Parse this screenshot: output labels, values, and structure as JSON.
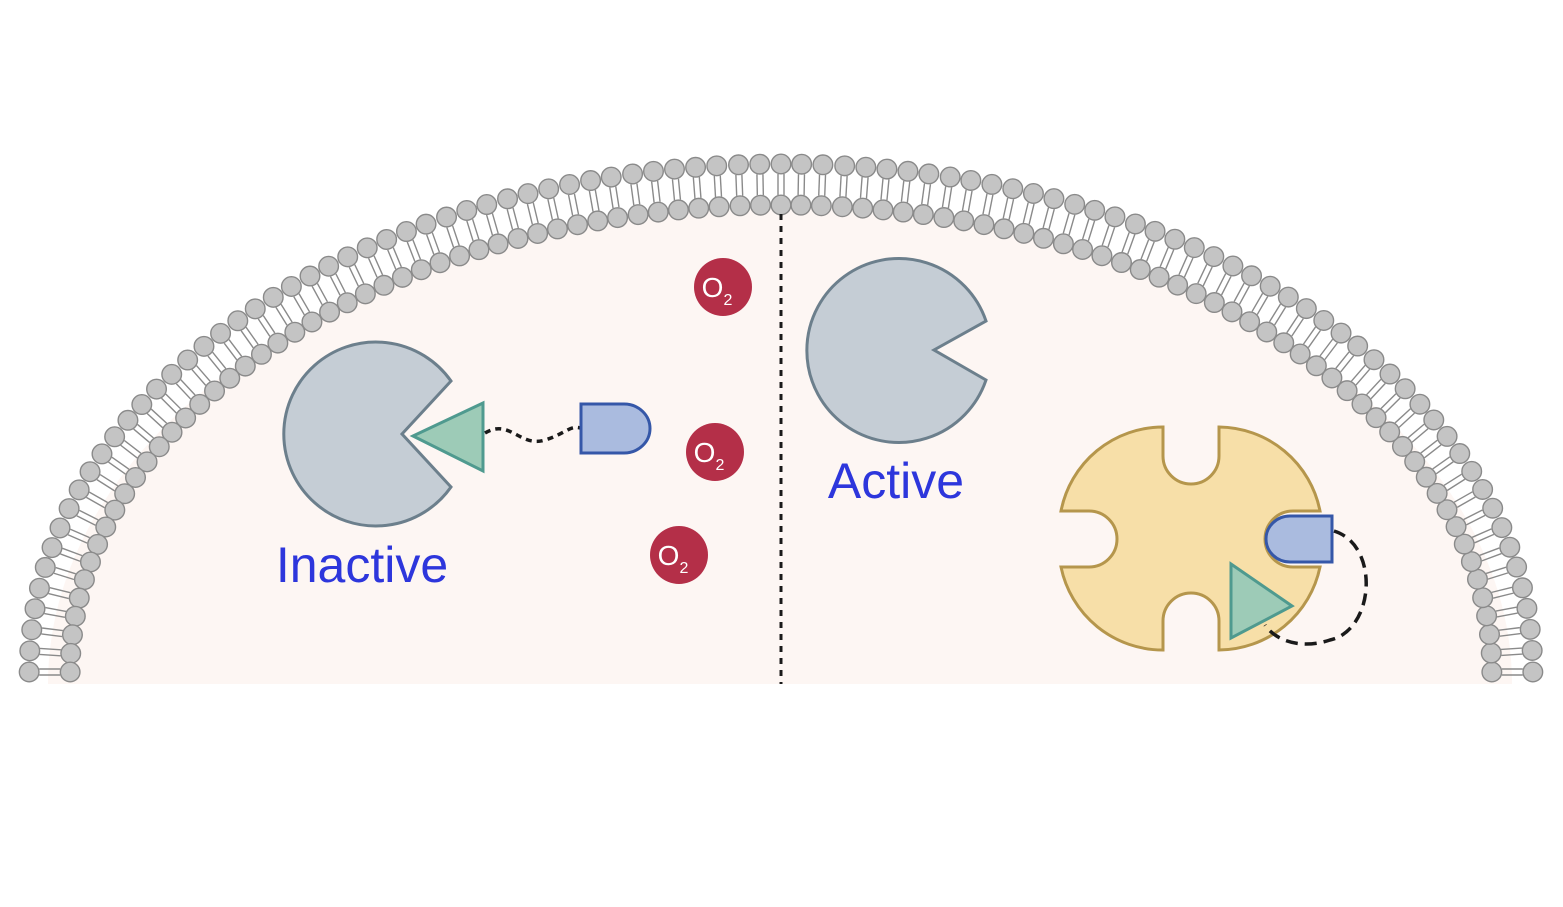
{
  "labels": {
    "inactive": "Inactive",
    "active": "Active"
  },
  "oxygen": {
    "symbol": "O",
    "subscript": "2"
  },
  "colors": {
    "cell_interior": "#fdf6f3",
    "lipid_head_fill": "#c4c4c4",
    "lipid_head_stroke": "#8a8a8a",
    "enzyme_fill": "#c5cdd5",
    "enzyme_stroke": "#6c7f8c",
    "triangle_fill": "#9dcbb7",
    "triangle_stroke": "#4f9a8f",
    "tag_fill": "#aabbdf",
    "tag_stroke": "#3557a8",
    "receptor_fill": "#f7dfa8",
    "receptor_stroke": "#b5964c",
    "oxygen_fill": "#b42f48",
    "label_color": "#2d36dc"
  }
}
